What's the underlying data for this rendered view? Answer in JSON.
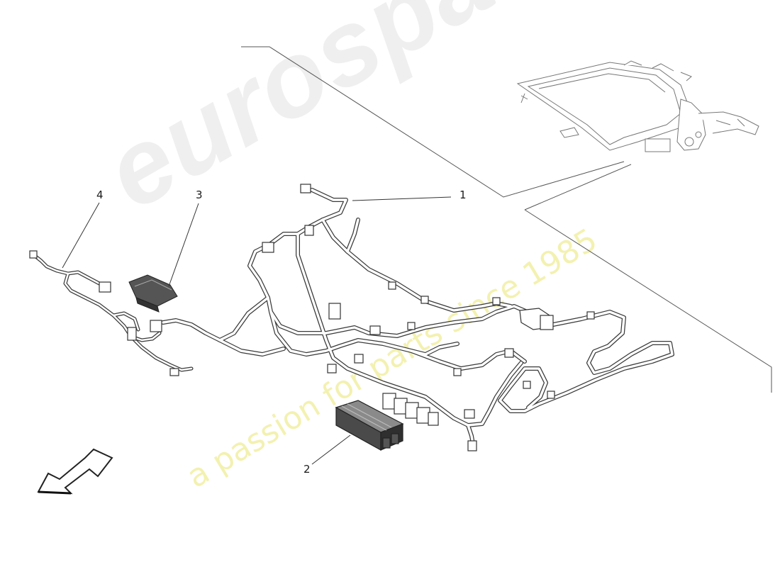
{
  "diagram": {
    "callouts": [
      {
        "id": "1",
        "label": "1"
      },
      {
        "id": "2",
        "label": "2"
      },
      {
        "id": "3",
        "label": "3"
      },
      {
        "id": "4",
        "label": "4"
      }
    ]
  },
  "watermark": {
    "logo_text": "eurospares",
    "tagline": "a passion for parts since 1985"
  },
  "colors": {
    "line": "#3a3a3a",
    "wire_fill": "#ffffff",
    "module_dark": "#3c3c3c",
    "module_mid": "#6e6e6e",
    "watermark_grey": "#ececec",
    "watermark_yellow": "#f2f0a8"
  }
}
